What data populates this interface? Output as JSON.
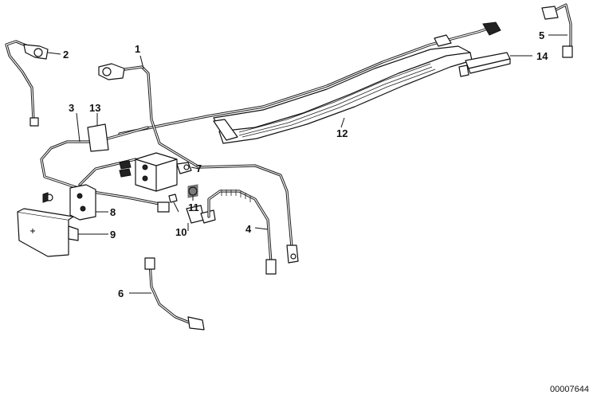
{
  "parts": [
    {
      "id": "label-1",
      "text": "1"
    },
    {
      "id": "label-2",
      "text": "2"
    },
    {
      "id": "label-3",
      "text": "3"
    },
    {
      "id": "label-4",
      "text": "4"
    },
    {
      "id": "label-5",
      "text": "5"
    },
    {
      "id": "label-6",
      "text": "6"
    },
    {
      "id": "label-7",
      "text": "7"
    },
    {
      "id": "label-8",
      "text": "8"
    },
    {
      "id": "label-9",
      "text": "9"
    },
    {
      "id": "label-10",
      "text": "10"
    },
    {
      "id": "label-11",
      "text": "11"
    },
    {
      "id": "label-12",
      "text": "12"
    },
    {
      "id": "label-13",
      "text": "13"
    },
    {
      "id": "label-14",
      "text": "14"
    }
  ],
  "reference_code": "00007644"
}
